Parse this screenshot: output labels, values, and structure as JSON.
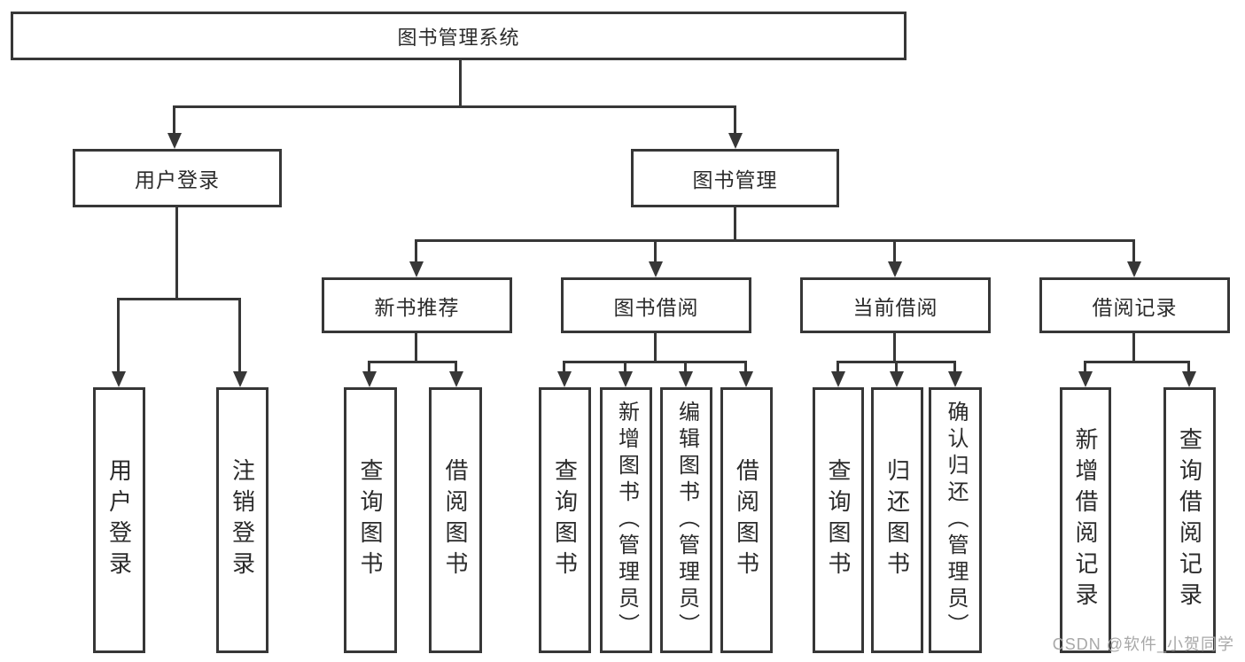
{
  "title": "图书管理系统",
  "branches": {
    "user": {
      "label": "用户登录",
      "children": [
        "用户登录",
        "注销登录"
      ]
    },
    "book": {
      "label": "图书管理",
      "sections": [
        {
          "label": "新书推荐",
          "children": [
            "查询图书",
            "借阅图书"
          ]
        },
        {
          "label": "图书借阅",
          "children": [
            "查询图书",
            "新增图书（管理员）",
            "编辑图书（管理员）",
            "借阅图书"
          ]
        },
        {
          "label": "当前借阅",
          "children": [
            "查询图书",
            "归还图书",
            "确认归还（管理员）"
          ]
        },
        {
          "label": "借阅记录",
          "children": [
            "新增借阅记录",
            "查询借阅记录"
          ]
        }
      ]
    }
  },
  "watermark": "CSDN @软件_小贺同学",
  "colors": {
    "line": "#373737",
    "text": "#2b2b2b",
    "background": "#ffffff",
    "watermark": "#a8a8a8"
  }
}
